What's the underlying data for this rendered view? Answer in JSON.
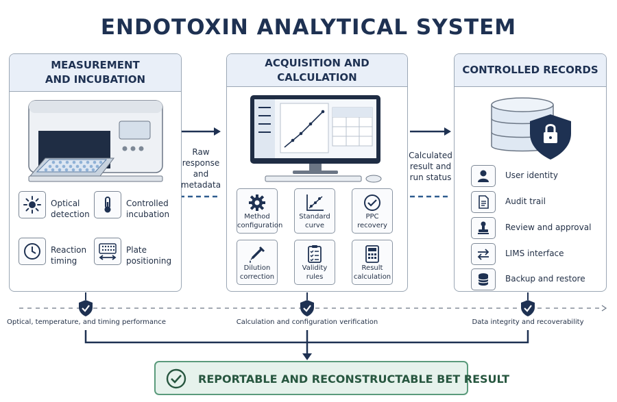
{
  "title": "ENDOTOXIN ANALYTICAL SYSTEM",
  "panels": {
    "measurement": {
      "title_line1": "MEASUREMENT",
      "title_line2": "AND INCUBATION",
      "items": [
        {
          "line1": "Optical",
          "line2": "detection",
          "icon": "sun-icon"
        },
        {
          "line1": "Controlled",
          "line2": "incubation",
          "icon": "thermometer-icon"
        },
        {
          "line1": "Reaction",
          "line2": "timing",
          "icon": "clock-icon"
        },
        {
          "line1": "Plate",
          "line2": "positioning",
          "icon": "plate-positioning-icon"
        }
      ]
    },
    "acquisition": {
      "title": "ACQUISITION AND CALCULATION",
      "tiles": [
        {
          "line1": "Method",
          "line2": "configuration",
          "icon": "gear-icon"
        },
        {
          "line1": "Standard",
          "line2": "curve",
          "icon": "chart-icon"
        },
        {
          "line1": "PPC",
          "line2": "recovery",
          "icon": "check-circle-icon"
        },
        {
          "line1": "Dilution",
          "line2": "correction",
          "icon": "pipette-icon"
        },
        {
          "line1": "Validity",
          "line2": "rules",
          "icon": "checklist-icon"
        },
        {
          "line1": "Result",
          "line2": "calculation",
          "icon": "calculator-icon"
        }
      ]
    },
    "records": {
      "title": "CONTROLLED RECORDS",
      "items": [
        {
          "label": "User identity",
          "icon": "user-icon"
        },
        {
          "label": "Audit trail",
          "icon": "document-icon"
        },
        {
          "label": "Review and approval",
          "icon": "stamp-icon"
        },
        {
          "label": "LIMS interface",
          "icon": "exchange-arrows-icon"
        },
        {
          "label": "Backup and restore",
          "icon": "database-icon"
        }
      ]
    }
  },
  "flows": {
    "raw": {
      "line1": "Raw",
      "line2": "response",
      "line3": "and",
      "line4": "metadata"
    },
    "calc": {
      "line1": "Calculated",
      "line2": "result and",
      "line3": "run status"
    }
  },
  "verifications": [
    "Optical, temperature, and timing performance",
    "Calculation and configuration verification",
    "Data integrity and recoverability"
  ],
  "result": "REPORTABLE AND RECONSTRUCTABLE BET RESULT",
  "colors": {
    "navy": "#1e3152",
    "panel_header": "#e9eff8",
    "result_border": "#5a9a7b",
    "result_fill": "#e6f2ec"
  }
}
